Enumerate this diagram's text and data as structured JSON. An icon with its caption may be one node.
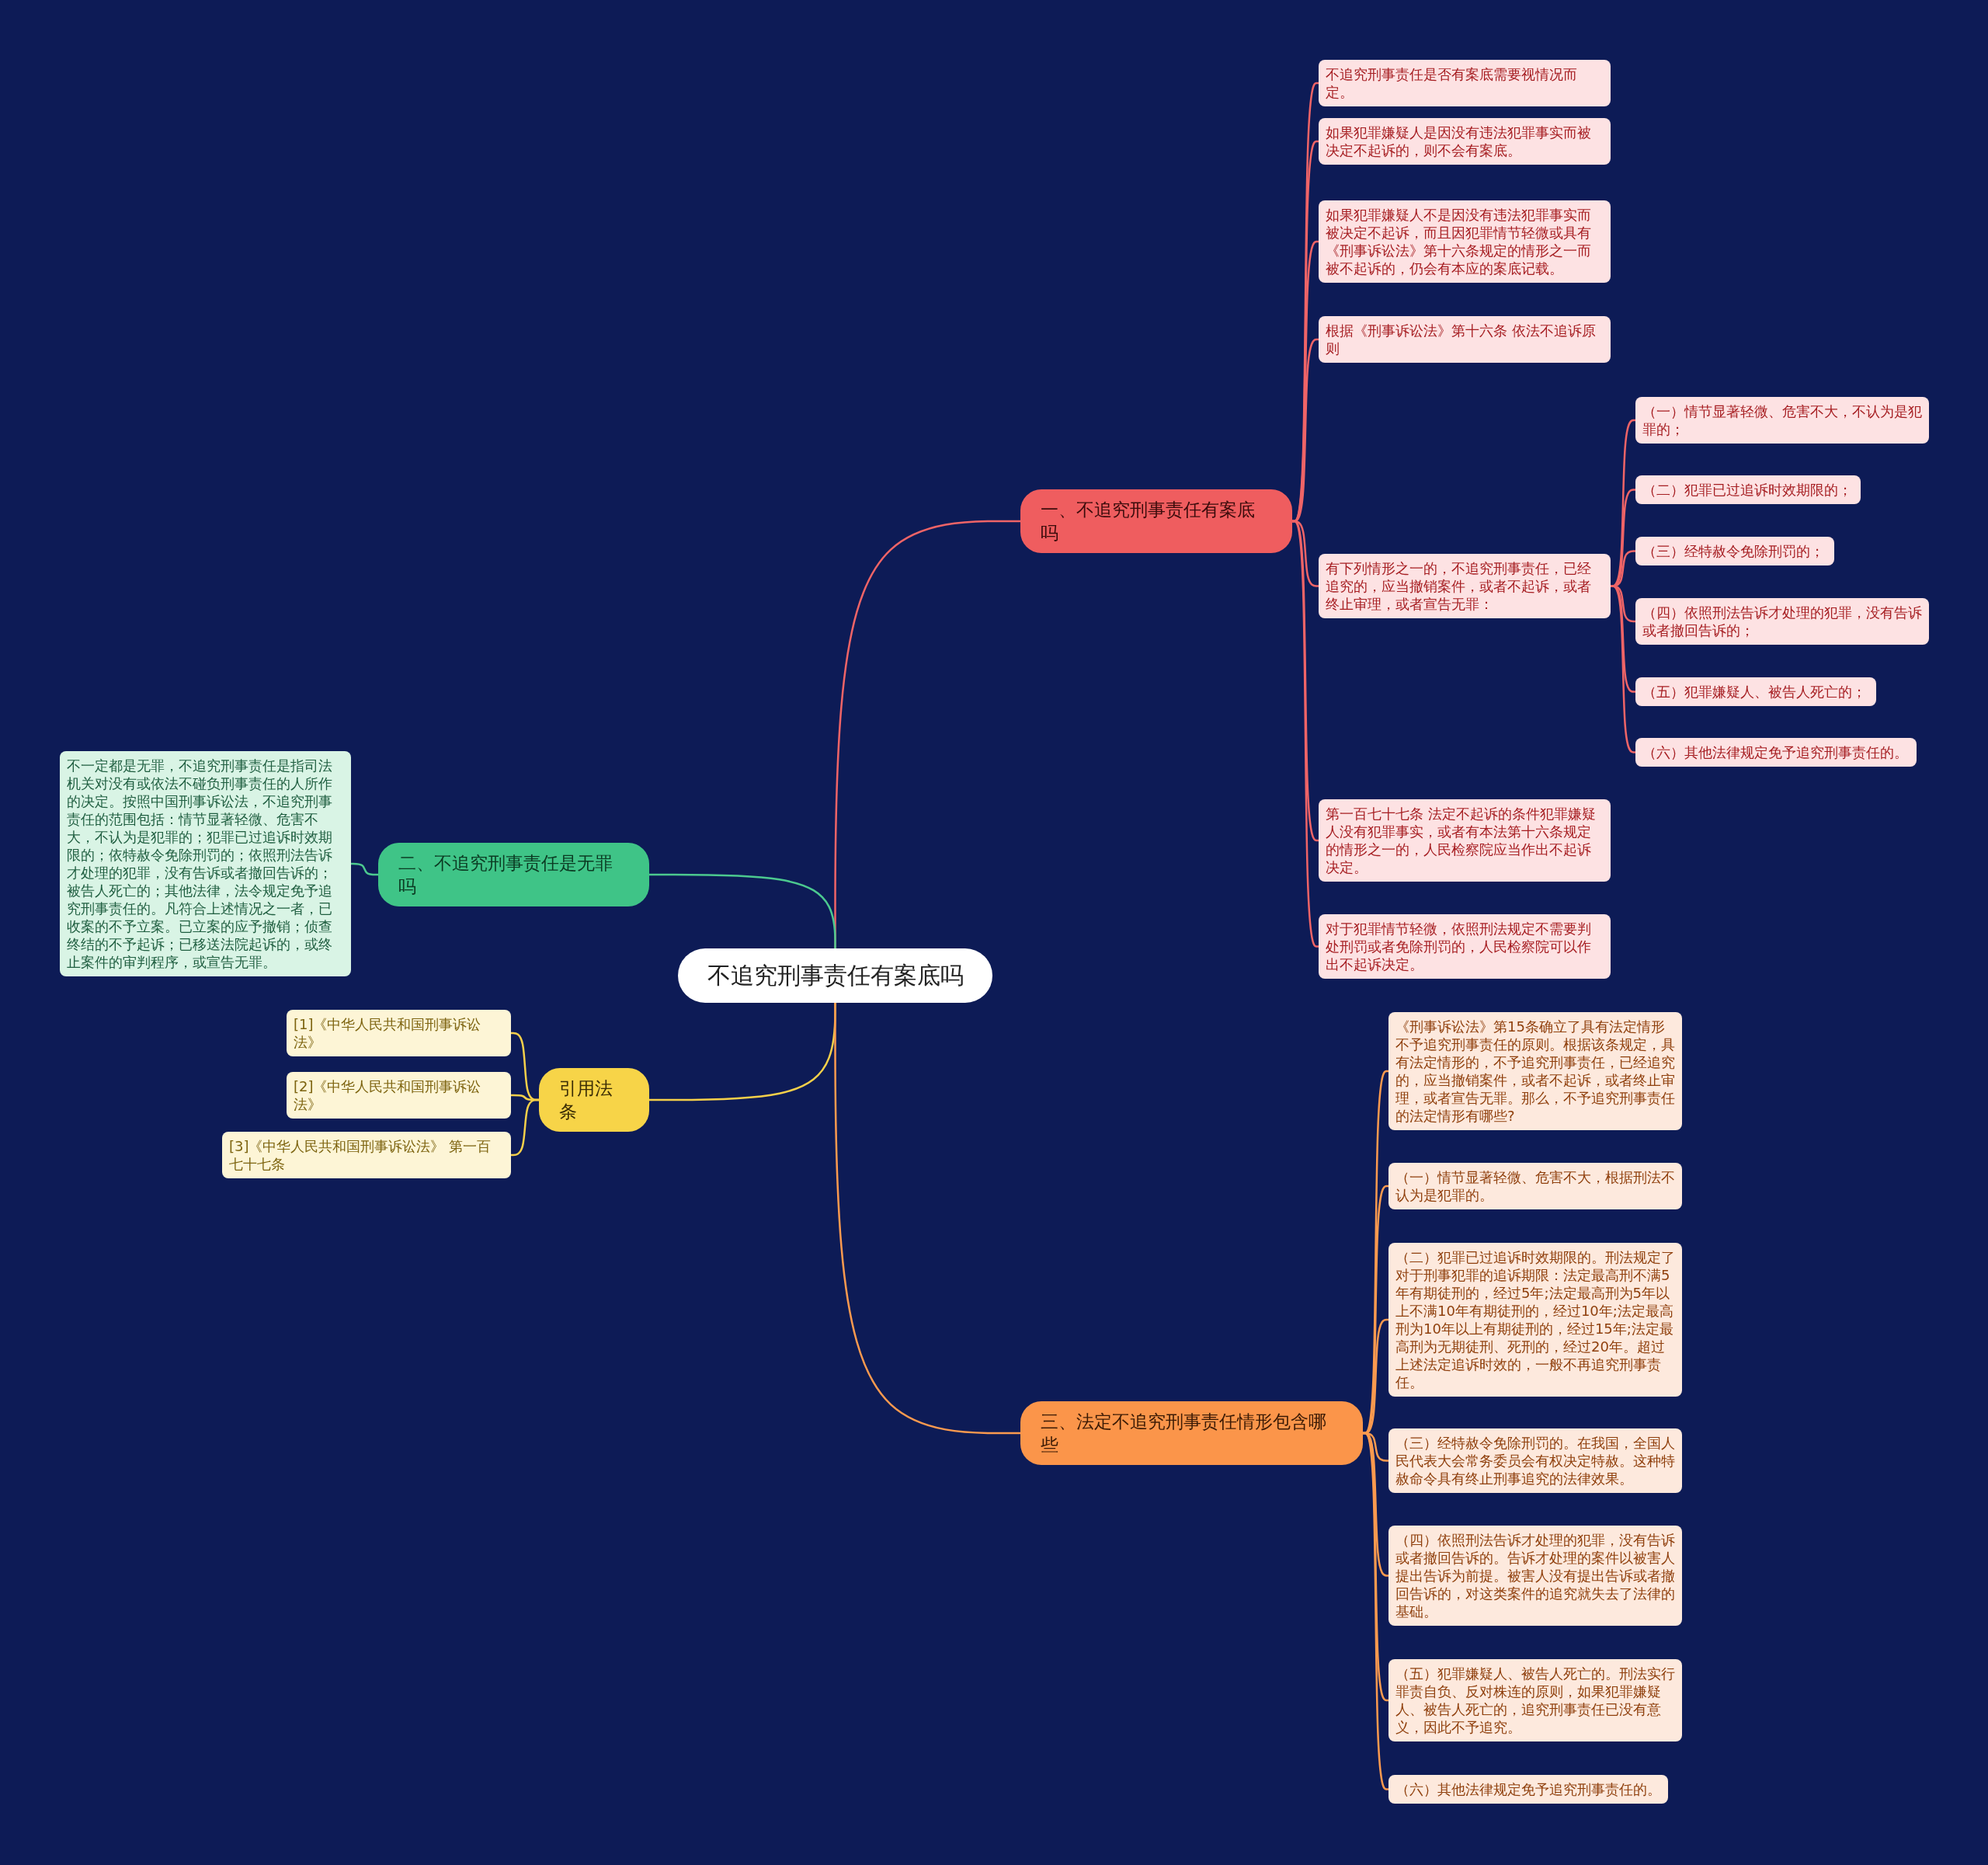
{
  "diagram": {
    "nodes": [
      {
        "text": [
          "不追究刑事责任有案底吗"
        ]
      },
      {
        "text": [
          "一、不追究刑事责任有案底吗"
        ]
      },
      {
        "text": [
          "不追究刑事责任是否有案底需要视情况而定。"
        ]
      },
      {
        "text": [
          "如果犯罪嫌疑人是因没有违法犯罪事实而被决定不起诉的，则不会有案底。"
        ]
      },
      {
        "text": [
          "如果犯罪嫌疑人不是因没有违法犯罪事实而被决定不起诉，而且因犯罪情节轻微或具有《刑事诉讼法》第十六条规定的情形之一而被不起诉的，仍会有本应的案底记载。"
        ]
      },
      {
        "text": [
          "根据《刑事诉讼法》第十六条 依法不追诉原则"
        ]
      },
      {
        "text": [
          "有下列情形之一的，不追究刑事责任，已经追究的，应当撤销案件，或者不起诉，或者终止审理，或者宣告无罪："
        ]
      },
      {
        "text": [
          "（一）情节显著轻微、危害不大，不认为是犯罪的；"
        ]
      },
      {
        "text": [
          "（二）犯罪已过追诉时效期限的；"
        ]
      },
      {
        "text": [
          "（三）经特赦令免除刑罚的；"
        ]
      },
      {
        "text": [
          "（四）依照刑法告诉才处理的犯罪，没有告诉或者撤回告诉的；"
        ]
      },
      {
        "text": [
          "（五）犯罪嫌疑人、被告人死亡的；"
        ]
      },
      {
        "text": [
          "（六）其他法律规定免予追究刑事责任的。"
        ]
      },
      {
        "text": [
          "第一百七十七条 法定不起诉的条件犯罪嫌疑人没有犯罪事实，或者有本法第十六条规定的情形之一的，人民检察院应当作出不起诉决定。"
        ]
      },
      {
        "text": [
          "对于犯罪情节轻微，依照刑法规定不需要判处刑罚或者免除刑罚的，人民检察院可以作出不起诉决定。"
        ]
      },
      {
        "text": [
          "二、不追究刑事责任是无罪吗"
        ]
      },
      {
        "text": [
          "不一定都是无罪，不追究刑事责任是指司法机关对没有或依法不碰负刑事责任的人所作的决定。按照中国刑事诉讼法，不追究刑事责任的范围包括：情节显著轻微、危害不大，不认为是犯罪的；犯罪已过追诉时效期限的；依特赦令免除刑罚的；依照刑法告诉才处理的犯罪，没有告诉或者撤回告诉的；被告人死亡的；其他法律，法令规定免予追究刑事责任的。凡符合上述情况之一者，已收案的不予立案。已立案的应予撤销；侦查终结的不予起诉；已移送法院起诉的，或终止案件的审判程序，或宣告无罪。"
        ]
      },
      {
        "text": [
          "引用法条"
        ]
      },
      {
        "text": [
          "[1]《中华人民共和国刑事诉讼法》"
        ]
      },
      {
        "text": [
          "[2]《中华人民共和国刑事诉讼法》"
        ]
      },
      {
        "text": [
          "[3]《中华人民共和国刑事诉讼法》 第一百七十七条"
        ]
      },
      {
        "text": [
          "三、法定不追究刑事责任情形包含哪些"
        ]
      },
      {
        "text": [
          "《刑事诉讼法》第15条确立了具有法定情形不予追究刑事责任的原则。根据该条规定，具有法定情形的，不予追究刑事责任，已经追究的，应当撤销案件，或者不起诉，或者终止审理，或者宣告无罪。那么，不予追究刑事责任的法定情形有哪些?"
        ]
      },
      {
        "text": [
          "（一）情节显著轻微、危害不大，根据刑法不认为是犯罪的。"
        ]
      },
      {
        "text": [
          "（二）犯罪已过追诉时效期限的。刑法规定了对于刑事犯罪的追诉期限：法定最高刑不满5年有期徒刑的，经过5年;法定最高刑为5年以上不满10年有期徒刑的，经过10年;法定最高刑为10年以上有期徒刑的，经过15年;法定最高刑为无期徒刑、死刑的，经过20年。超过上述法定追诉时效的，一般不再追究刑事责任。"
        ]
      },
      {
        "text": [
          "（三）经特赦令免除刑罚的。在我国，全国人民代表大会常务委员会有权决定特赦。这种特赦命令具有终止刑事追究的法律效果。"
        ]
      },
      {
        "text": [
          "（四）依照刑法告诉才处理的犯罪，没有告诉或者撤回告诉的。告诉才处理的案件以被害人提出告诉为前提。被害人没有提出告诉或者撤回告诉的，对这类案件的追究就失去了法律的基础。"
        ]
      },
      {
        "text": [
          "（五）犯罪嫌疑人、被告人死亡的。刑法实行罪责自负、反对株连的原则，如果犯罪嫌疑人、被告人死亡的，追究刑事责任已没有意义，因此不予追究。"
        ]
      },
      {
        "text": [
          "（六）其他法律规定免予追究刑事责任的。"
        ]
      }
    ],
    "edges": [
      {
        "from": 0,
        "to": 1,
        "arrow": "none",
        "color": "#ef6467"
      },
      {
        "from": 1,
        "to": 2,
        "arrow": "none",
        "color": "#ef6467"
      },
      {
        "from": 1,
        "to": 3,
        "arrow": "none",
        "color": "#ef6467"
      },
      {
        "from": 1,
        "to": 4,
        "arrow": "none",
        "color": "#ef6467"
      },
      {
        "from": 1,
        "to": 5,
        "arrow": "none",
        "color": "#ef6467"
      },
      {
        "from": 1,
        "to": 6,
        "arrow": "none",
        "color": "#ef6467"
      },
      {
        "from": 6,
        "to": 7,
        "arrow": "none",
        "color": "#ef6467"
      },
      {
        "from": 6,
        "to": 8,
        "arrow": "none",
        "color": "#ef6467"
      },
      {
        "from": 6,
        "to": 9,
        "arrow": "none",
        "color": "#ef6467"
      },
      {
        "from": 6,
        "to": 10,
        "arrow": "none",
        "color": "#ef6467"
      },
      {
        "from": 6,
        "to": 11,
        "arrow": "none",
        "color": "#ef6467"
      },
      {
        "from": 6,
        "to": 12,
        "arrow": "none",
        "color": "#ef6467"
      },
      {
        "from": 1,
        "to": 13,
        "arrow": "none",
        "color": "#ef6467"
      },
      {
        "from": 1,
        "to": 14,
        "arrow": "none",
        "color": "#ef6467"
      },
      {
        "from": 0,
        "to": 15,
        "arrow": "none",
        "color": "#4cc98f"
      },
      {
        "from": 15,
        "to": 16,
        "arrow": "none",
        "color": "#4cc98f"
      },
      {
        "from": 0,
        "to": 17,
        "arrow": "none",
        "color": "#f5d04a"
      },
      {
        "from": 17,
        "to": 18,
        "arrow": "none",
        "color": "#f5d04a"
      },
      {
        "from": 17,
        "to": 19,
        "arrow": "none",
        "color": "#f5d04a"
      },
      {
        "from": 17,
        "to": 20,
        "arrow": "none",
        "color": "#f5d04a"
      },
      {
        "from": 0,
        "to": 21,
        "arrow": "none",
        "color": "#fb9a4f"
      },
      {
        "from": 21,
        "to": 22,
        "arrow": "none",
        "color": "#fb9a4f"
      },
      {
        "from": 21,
        "to": 23,
        "arrow": "none",
        "color": "#fb9a4f"
      },
      {
        "from": 21,
        "to": 24,
        "arrow": "none",
        "color": "#fb9a4f"
      },
      {
        "from": 21,
        "to": 25,
        "arrow": "none",
        "color": "#fb9a4f"
      },
      {
        "from": 21,
        "to": 26,
        "arrow": "none",
        "color": "#fb9a4f"
      },
      {
        "from": 21,
        "to": 27,
        "arrow": "none",
        "color": "#fb9a4f"
      },
      {
        "from": 21,
        "to": 28,
        "arrow": "none",
        "color": "#fb9a4f"
      }
    ]
  }
}
